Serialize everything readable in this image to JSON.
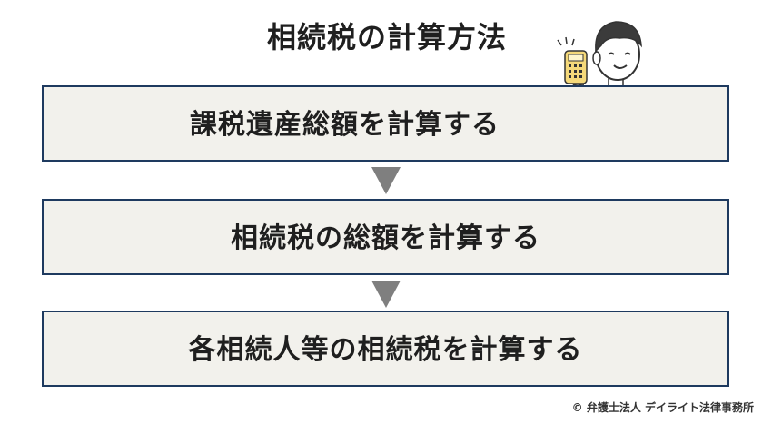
{
  "title": "相続税の計算方法",
  "steps": [
    {
      "label": "課税遺産総額を計算する"
    },
    {
      "label": "相続税の総額を計算する"
    },
    {
      "label": "各相続人等の相続税を計算する"
    }
  ],
  "illustration": {
    "icon": "businessman-with-calculator-icon"
  },
  "copyright": "© 弁護士法人 デイライト法律事務所",
  "colors": {
    "box_fill": "#f2f1ec",
    "box_border": "#1e3a5f",
    "arrow": "#7f7f7f",
    "text": "#1f1f1f"
  }
}
